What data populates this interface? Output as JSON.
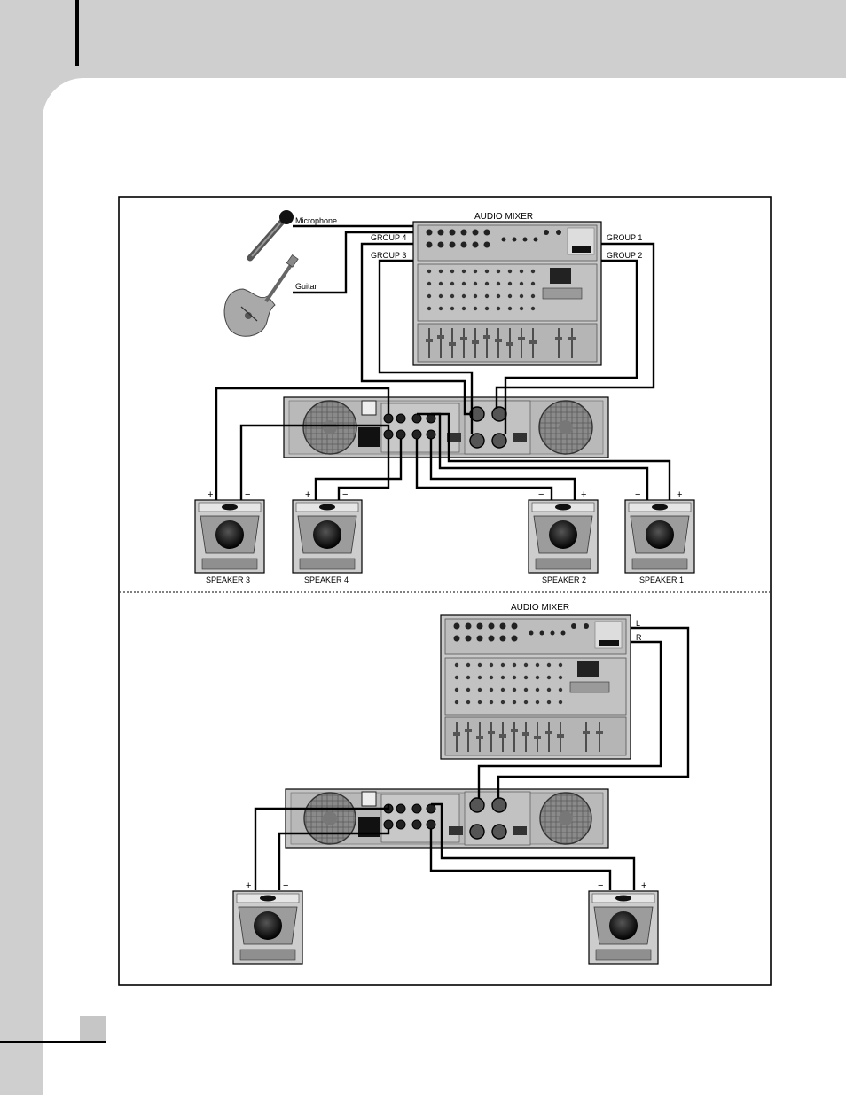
{
  "colors": {
    "page": "#ffffff",
    "margin": "#cfcfcf",
    "device": "#bdbdbd",
    "device_dark": "#6a6a6a",
    "cable": "#000000"
  },
  "top_setup": {
    "mixer_label": "AUDIO MIXER",
    "sources": {
      "microphone": "Microphone",
      "guitar": "Guitar"
    },
    "groups": {
      "g1": "GROUP 1",
      "g2": "GROUP 2",
      "g3": "GROUP 3",
      "g4": "GROUP 4"
    },
    "polarity": {
      "plus": "+",
      "minus": "−"
    },
    "speakers": {
      "s3": "SPEAKER 3",
      "s4": "SPEAKER 4",
      "s2": "SPEAKER 2",
      "s1": "SPEAKER 1"
    }
  },
  "bottom_setup": {
    "mixer_label": "AUDIO MIXER",
    "outputs": {
      "left": "L",
      "right": "R"
    }
  },
  "icons": [
    "microphone-icon",
    "guitar-icon",
    "cooling-fan-icon",
    "speakon-connector-icon",
    "xlr-connector-icon",
    "speaker-cabinet-icon"
  ]
}
